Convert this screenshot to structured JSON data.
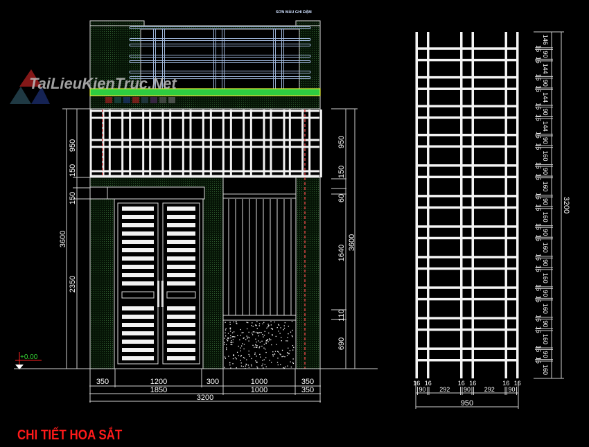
{
  "note_label": "SƠN MÀU GHI ĐẬM",
  "watermark": "TaiLieuKienTruc.Net",
  "title": "CHI TIẾT HOA SẮT",
  "level_label": "+0.00",
  "colors": {
    "background": "#000000",
    "hatch": "#0d2a0d",
    "band": "#2ecc40",
    "band_outline": "#e8f03a",
    "railing": "#9db4d8",
    "title": "#ff1a1a",
    "level": "#36d636"
  },
  "elevation": {
    "left_dims": {
      "upper": "950",
      "mid_a": "150",
      "mid_b": "150",
      "total": "3600",
      "door": "2350"
    },
    "right_dims": {
      "upper": "950",
      "mid_a": "60",
      "mid_b": "150",
      "total": "3600",
      "grille": "1640",
      "rail": "110",
      "base": "690"
    },
    "bottom_row1": [
      "350",
      "1200",
      "300",
      "1000",
      "350"
    ],
    "bottom_row2": [
      "1850",
      "1000",
      "350"
    ],
    "bottom_total": "3200"
  },
  "detail": {
    "height_total": "3200",
    "width_total": "950",
    "width_segments": [
      16,
      90,
      16,
      292,
      16,
      90,
      16,
      292,
      16,
      90,
      16
    ],
    "height_segments": [
      146,
      16,
      90,
      16,
      144,
      16,
      90,
      16,
      144,
      16,
      90,
      16,
      144,
      16,
      90,
      16,
      160,
      16,
      90,
      16,
      160,
      16,
      90,
      16,
      160,
      16,
      90,
      16,
      160,
      16,
      90,
      16,
      160,
      16,
      90,
      16,
      160,
      16,
      90,
      16,
      160,
      16,
      90,
      16,
      160
    ]
  }
}
